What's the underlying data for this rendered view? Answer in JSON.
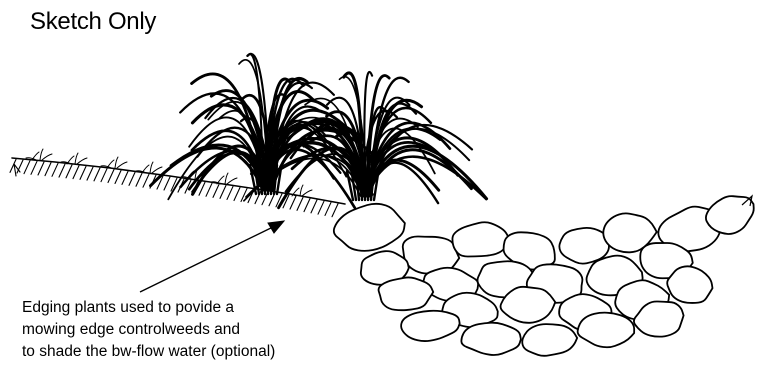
{
  "sketch": {
    "title": "Sketch Only",
    "annotation": {
      "lines": [
        "Edging plants used to povide a",
        "mowing edge controlweeds and",
        "to shade the bw-flow water (optional)"
      ]
    },
    "colors": {
      "ink": "#000000",
      "paper": "#ffffff"
    },
    "elements": {
      "grass_clumps": 2,
      "channel_rocks": 24,
      "ground_hatch": true
    }
  }
}
